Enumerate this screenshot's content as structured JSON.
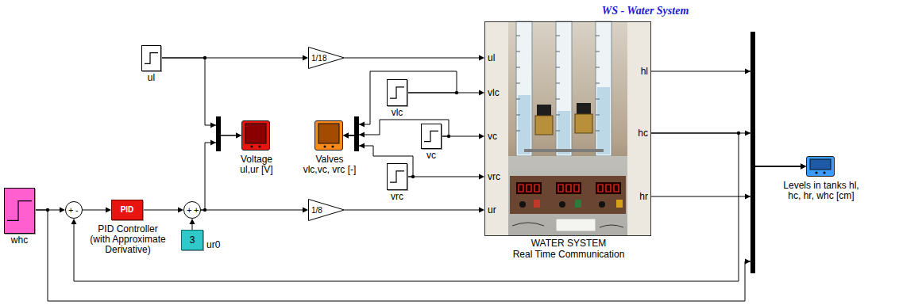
{
  "diagram": {
    "title": "WS - Water System",
    "nodes": [
      {
        "text": [
          "ul"
        ]
      },
      {
        "text": [
          "1/18"
        ]
      },
      {
        "text": [
          "Voltage ul,ur [V]"
        ]
      },
      {
        "text": [
          "Valves vlc,vc, vrc [-]"
        ]
      },
      {
        "text": [
          "vlc"
        ]
      },
      {
        "text": [
          "vc"
        ]
      },
      {
        "text": [
          "vrc"
        ]
      },
      {
        "text": [
          "ul",
          "vlc",
          "vc",
          "vrc",
          "ur",
          "hl",
          "hc",
          "hr",
          "WATER SYSTEM",
          "Real Time Communication"
        ]
      },
      {
        "text": [
          "whc"
        ]
      },
      {
        "text": [
          "+",
          "-"
        ]
      },
      {
        "text": [
          "PID",
          "PID Controller (with Approximate Derivative)"
        ]
      },
      {
        "text": [
          "+",
          "+"
        ]
      },
      {
        "text": [
          "3",
          "ur0"
        ]
      },
      {
        "text": [
          "1/8"
        ]
      },
      {
        "text": [
          "Levels in tanks hl, hc, hr, whc [cm]"
        ]
      }
    ],
    "edges": [
      {
        "from": 0,
        "to": 1,
        "arrow": "to"
      },
      {
        "from": 1,
        "to": 7,
        "arrow": "to"
      },
      {
        "from": 4,
        "to": 7,
        "arrow": "to"
      },
      {
        "from": 5,
        "to": 7,
        "arrow": "to"
      },
      {
        "from": 6,
        "to": 7,
        "arrow": "to"
      },
      {
        "from": 8,
        "to": 9,
        "arrow": "to"
      },
      {
        "from": 9,
        "to": 10,
        "arrow": "to"
      },
      {
        "from": 10,
        "to": 11,
        "arrow": "to"
      },
      {
        "from": 12,
        "to": 11,
        "arrow": "to"
      },
      {
        "from": 11,
        "to": 13,
        "arrow": "to"
      },
      {
        "from": 13,
        "to": 7,
        "arrow": "to"
      },
      {
        "from": 0,
        "to": 2,
        "arrow": "to"
      },
      {
        "from": 11,
        "to": 2,
        "arrow": "to"
      },
      {
        "from": 4,
        "to": 3,
        "arrow": "to"
      },
      {
        "from": 5,
        "to": 3,
        "arrow": "to"
      },
      {
        "from": 6,
        "to": 3,
        "arrow": "to"
      },
      {
        "from": 7,
        "to": 14,
        "arrow": "to"
      },
      {
        "from": 7,
        "to": 14,
        "arrow": "to"
      },
      {
        "from": 7,
        "to": 14,
        "arrow": "to"
      },
      {
        "from": 8,
        "to": 14,
        "arrow": "to"
      },
      {
        "from": 7,
        "to": 9,
        "arrow": "to"
      }
    ]
  }
}
